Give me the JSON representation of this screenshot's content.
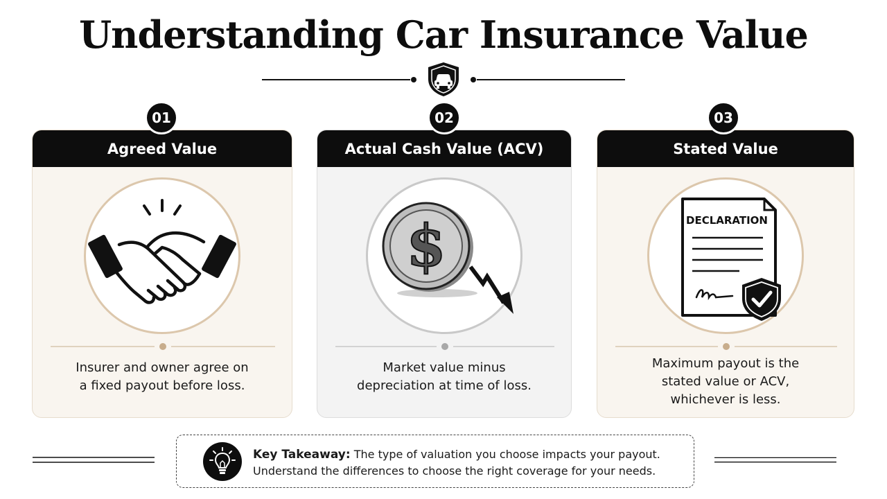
{
  "page": {
    "title": "Understanding Car Insurance Value",
    "title_icon": "car-shield-icon"
  },
  "cards": [
    {
      "number": "01",
      "title": "Agreed Value",
      "icon": "handshake-icon",
      "description_lines": [
        "Insurer and owner agree on",
        "a fixed payout before loss."
      ]
    },
    {
      "number": "02",
      "title": "Actual Cash Value (ACV)",
      "icon": "dollar-coin-down-arrow-icon",
      "description_lines": [
        "Market value minus",
        "depreciation at time of loss."
      ]
    },
    {
      "number": "03",
      "title": "Stated Value",
      "icon": "declaration-document-icon",
      "icon_text": "DECLARATION",
      "description_lines": [
        "Maximum payout is the",
        "stated value or ACV,",
        "whichever is less."
      ]
    }
  ],
  "takeaway": {
    "icon": "lightbulb-icon",
    "lead": "Key Takeaway:",
    "line1": "The type of valuation you choose impacts your payout.",
    "line2": "Understand the differences to choose the right coverage for your needs."
  },
  "colors": {
    "header": "#0d0d0d",
    "warm_card": "#f9f5ef",
    "cool_card": "#f3f3f3",
    "accent_tan": "#c8ad8c"
  }
}
